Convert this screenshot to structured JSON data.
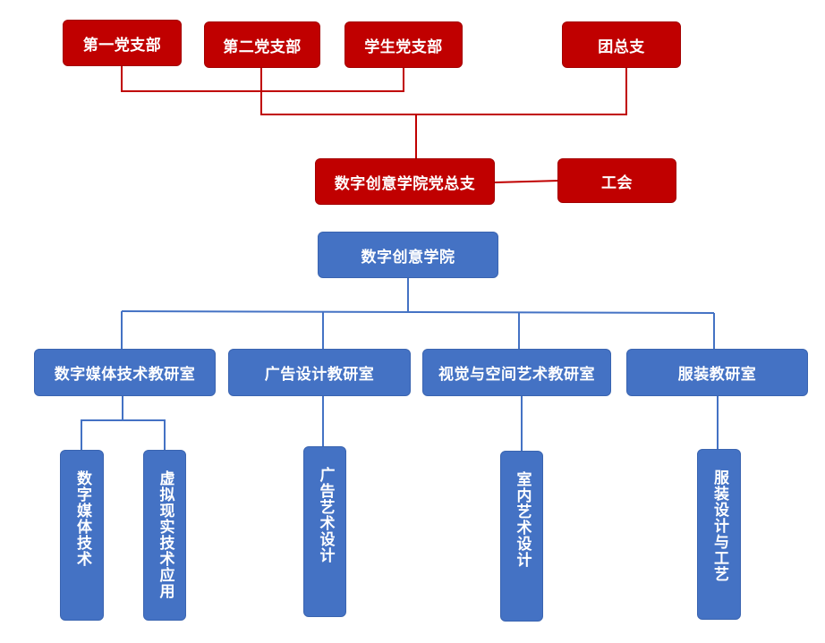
{
  "colors": {
    "party": "#c00000",
    "college": "#4472c4",
    "party_line": "#c00000",
    "college_line": "#4472c4"
  },
  "party": {
    "branch1": "第一党支部",
    "branch2": "第二党支部",
    "student_branch": "学生党支部",
    "league_branch": "团总支",
    "general_branch": "数字创意学院党总支",
    "union": "工会"
  },
  "college": {
    "name": "数字创意学院",
    "departments": [
      {
        "name": "数字媒体技术教研室",
        "majors": [
          "数字媒体技术",
          "虚拟现实技术应用"
        ]
      },
      {
        "name": "广告设计教研室",
        "majors": [
          "广告艺术设计"
        ]
      },
      {
        "name": "视觉与空间艺术教研室",
        "majors": [
          "室内艺术设计"
        ]
      },
      {
        "name": "服装教研室",
        "majors": [
          "服装设计与工艺"
        ]
      }
    ]
  }
}
